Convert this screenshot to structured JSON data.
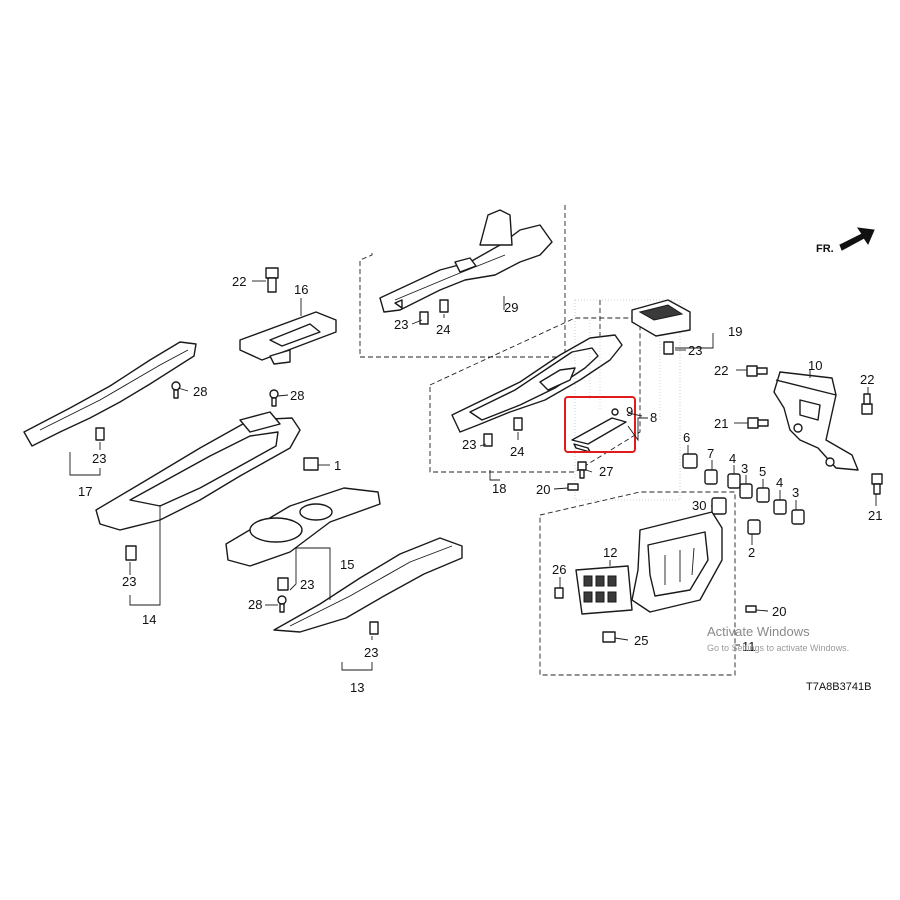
{
  "diagram_code": "T7A8B3741B",
  "direction_label": "FR.",
  "watermark": {
    "title": "Activate Windows",
    "subtitle": "Go to Settings to activate Windows."
  },
  "callouts": {
    "c1": "1",
    "c2": "2",
    "c3a": "3",
    "c3b": "3",
    "c4a": "4",
    "c4b": "4",
    "c5": "5",
    "c6": "6",
    "c7": "7",
    "c8": "8",
    "c9": "9",
    "c10": "10",
    "c11": "11",
    "c12": "12",
    "c13": "13",
    "c14": "14",
    "c15": "15",
    "c16": "16",
    "c17": "17",
    "c18": "18",
    "c19": "19",
    "c20a": "20",
    "c20b": "20",
    "c21a": "21",
    "c21b": "21",
    "c22a": "22",
    "c22b": "22",
    "c22c": "22",
    "c23a": "23",
    "c23b": "23",
    "c23c": "23",
    "c23d": "23",
    "c23e": "23",
    "c23f": "23",
    "c23g": "23",
    "c24a": "24",
    "c24b": "24",
    "c25": "25",
    "c26": "26",
    "c27": "27",
    "c28a": "28",
    "c28b": "28",
    "c28c": "28",
    "c29": "29",
    "c30": "30"
  },
  "highlight": {
    "color": "#e01b1b",
    "parts": [
      "8",
      "9"
    ]
  }
}
